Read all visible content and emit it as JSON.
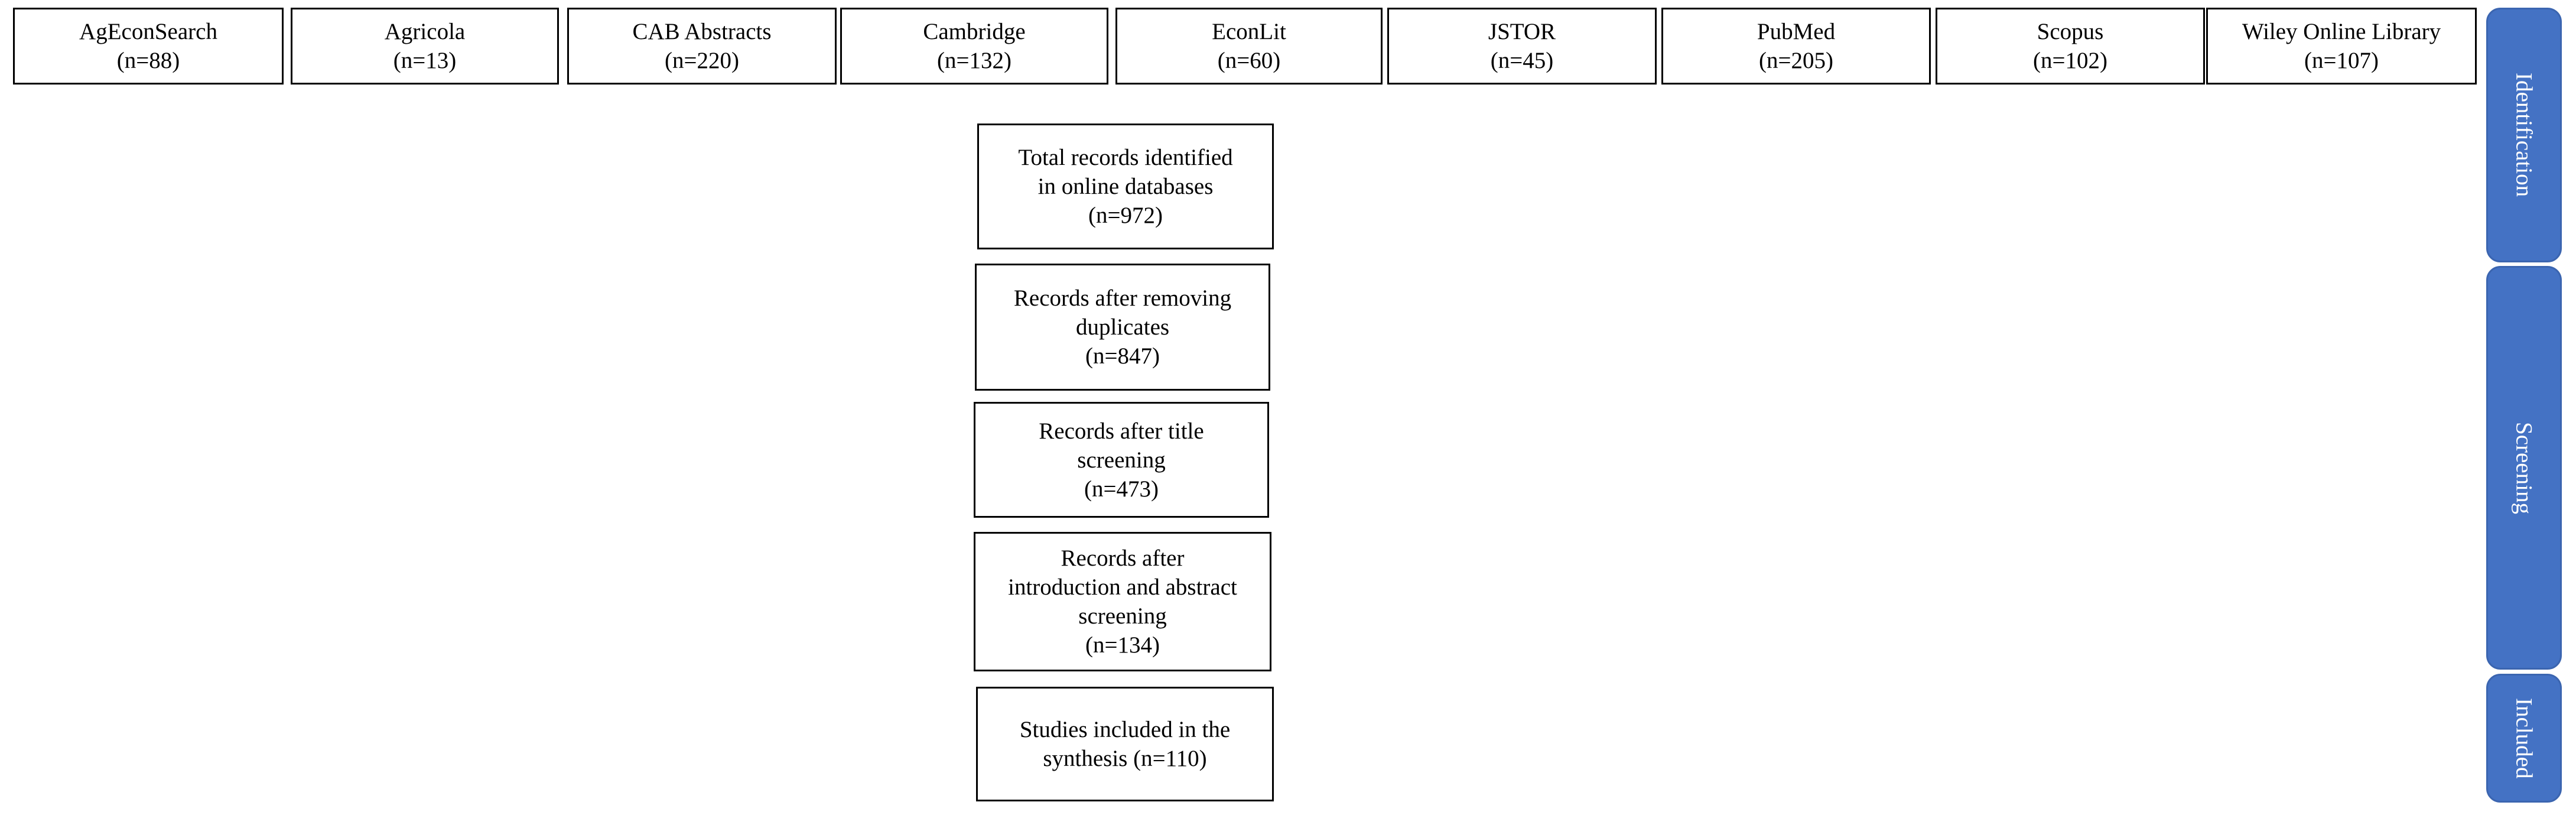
{
  "databases": [
    {
      "name": "AgEconSearch",
      "count": "(n=88)"
    },
    {
      "name": "Agricola",
      "count": "(n=13)"
    },
    {
      "name": "CAB Abstracts",
      "count": "(n=220)"
    },
    {
      "name": "Cambridge",
      "count": "(n=132)"
    },
    {
      "name": "EconLit",
      "count": "(n=60)"
    },
    {
      "name": "JSTOR",
      "count": "(n=45)"
    },
    {
      "name": "PubMed",
      "count": "(n=205)"
    },
    {
      "name": "Scopus",
      "count": "(n=102)"
    },
    {
      "name": "Wiley Online Library",
      "count": "(n=107)"
    }
  ],
  "flow": {
    "identified": [
      "Total records identified",
      "in online databases",
      "(n=972)"
    ],
    "deduplicated": [
      "Records after removing",
      "duplicates",
      "(n=847)"
    ],
    "title_screened": [
      "Records after title",
      "screening",
      "(n=473)"
    ],
    "abstract_screened": [
      "Records after",
      "introduction and abstract",
      "screening",
      "(n=134)"
    ],
    "included": [
      "Studies included in the",
      "synthesis (n=110)"
    ]
  },
  "phases": {
    "identification": "Identification",
    "screening": "Screening",
    "included": "Included"
  },
  "colors": {
    "phase_fill": "#4472c4",
    "box_border": "#000000"
  }
}
